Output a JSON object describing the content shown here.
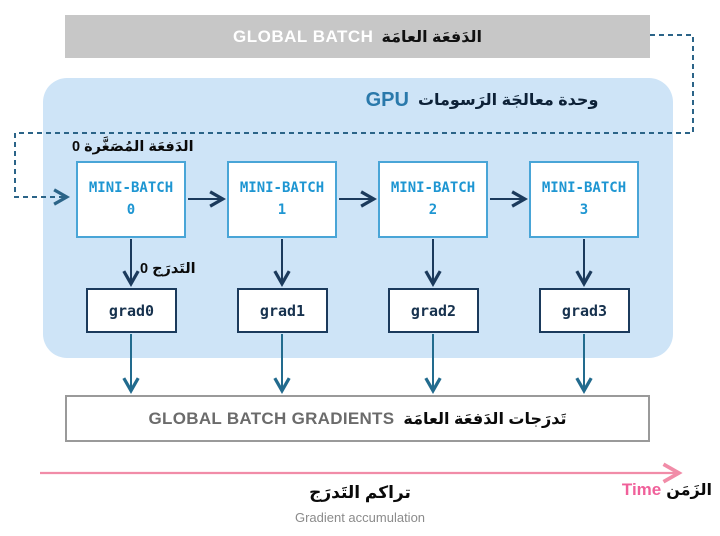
{
  "global_batch": {
    "en": "GLOBAL BATCH",
    "ar": "الدَفعَة العامَة"
  },
  "gpu": {
    "en": "GPU",
    "ar": "وحدة معالجَة الرَسومات"
  },
  "minibatch_zero_label": "الدَفعَة المُصَغَّرة 0",
  "gradient_zero_label": "التَدرَج 0",
  "mini_batches": [
    {
      "label": "MINI-BATCH",
      "num": "0"
    },
    {
      "label": "MINI-BATCH",
      "num": "1"
    },
    {
      "label": "MINI-BATCH",
      "num": "2"
    },
    {
      "label": "MINI-BATCH",
      "num": "3"
    }
  ],
  "grads": [
    {
      "label": "grad0"
    },
    {
      "label": "grad1"
    },
    {
      "label": "grad2"
    },
    {
      "label": "grad3"
    }
  ],
  "global_batch_gradients": {
    "en": "GLOBAL BATCH GRADIENTS",
    "ar": "تَدرَجات الدَفعَة العامَة"
  },
  "time": {
    "en": "Time",
    "ar": "الزَمَن"
  },
  "caption": {
    "ar": "تراكم التَدرَج",
    "en": "Gradient accumulation"
  },
  "colors": {
    "bar_gray": "#c7c7c7",
    "gpu_panel_blue": "#cee4f7",
    "minibatch_blue_border": "#49a5d7",
    "minibatch_blue_text": "#1e96d2",
    "navy_arrow": "#1b3a5c",
    "teal_arrow": "#226b8e",
    "dashed_connector_blue": "#2b6488",
    "time_pink_text": "#f0609a",
    "time_pink_line": "#f18ca8",
    "gradients_gray_text": "#6b6b6b"
  }
}
